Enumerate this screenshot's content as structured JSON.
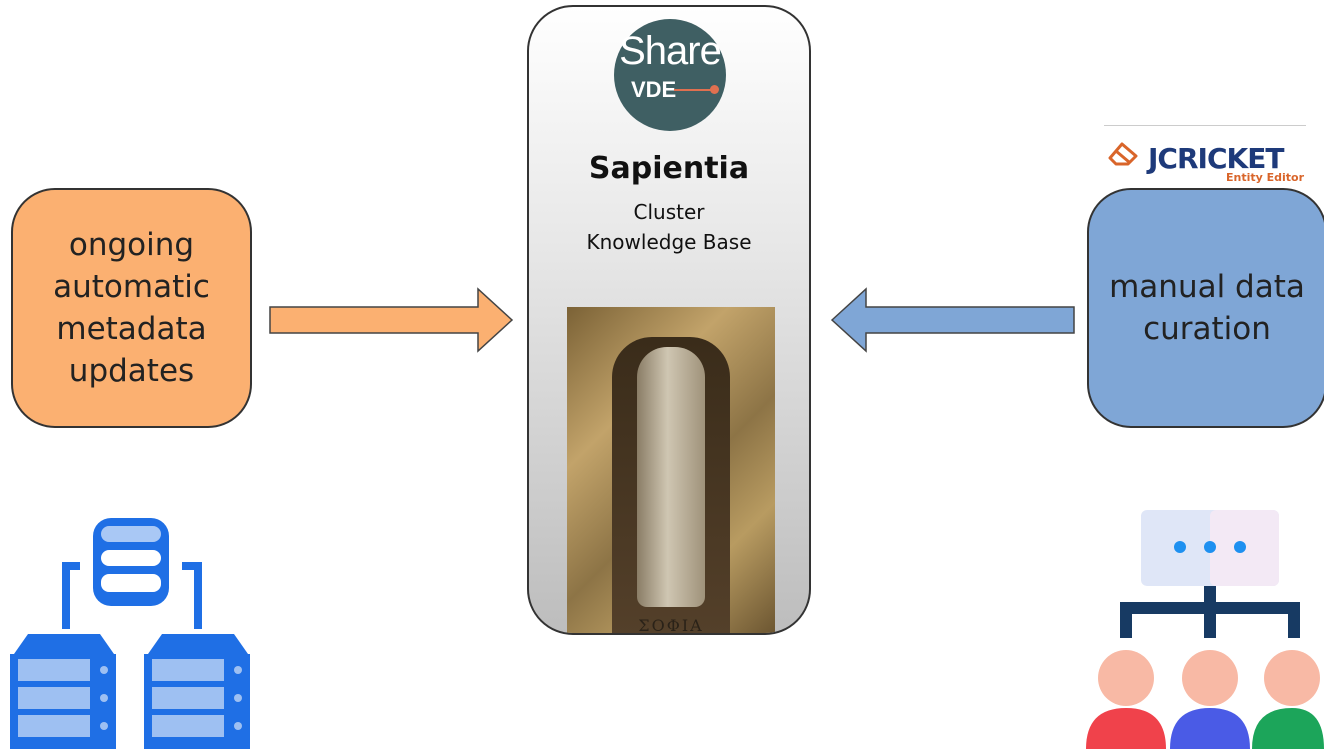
{
  "left_box": {
    "text": "ongoing\nautomatic\nmetadata\nupdates",
    "fill": "#fbb071"
  },
  "right_box": {
    "text": "manual data\ncuration",
    "fill": "#7fa6d6"
  },
  "center": {
    "logo": {
      "top_word": "Share",
      "bottom_word": "VDE",
      "color": "#3f5f63"
    },
    "title": "Sapientia",
    "subtitle_line1": "Cluster",
    "subtitle_line2": "Knowledge Base",
    "photo_inscription": "ΣΟΦΙΑ"
  },
  "jcricket": {
    "name": "JCRICKET",
    "tagline": "Entity Editor"
  },
  "arrows": {
    "left_color": "#fbb071",
    "right_color": "#7fa6d6"
  },
  "icons": {
    "database": "database-servers-icon",
    "team": "team-hierarchy-icon"
  }
}
